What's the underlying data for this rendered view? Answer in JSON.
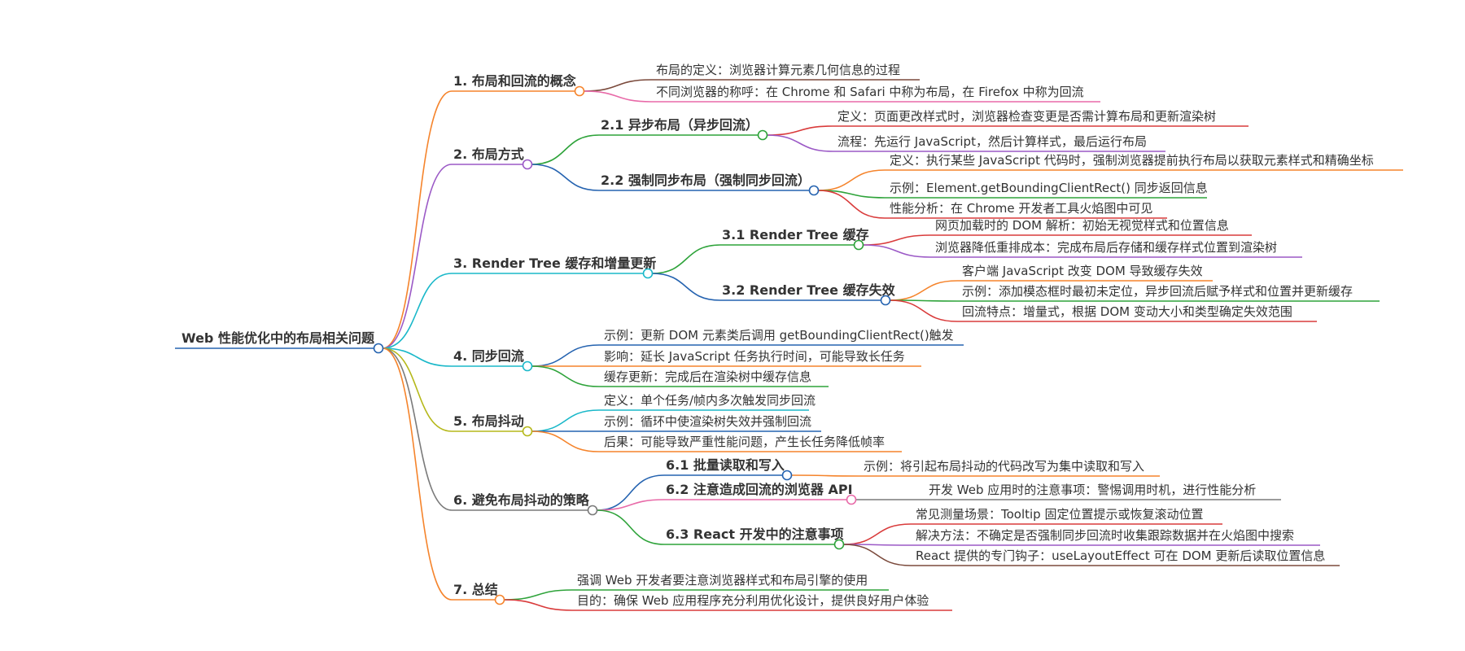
{
  "root": {
    "label": "Web 性能优化中的布局相关问题"
  },
  "branches": [
    {
      "id": "b1",
      "label": "1. 布局和回流的概念",
      "color": "#f5842c",
      "children": [
        {
          "label": "布局的定义：浏览器计算元素几何信息的过程",
          "color": "#7b4a3c"
        },
        {
          "label": "不同浏览器的称呼：在 Chrome 和 Safari 中称为布局，在 Firefox 中称为回流",
          "color": "#e86aa8"
        }
      ]
    },
    {
      "id": "b2",
      "label": "2. 布局方式",
      "color": "#9b59c6",
      "children": [
        {
          "label": "2.1 异步布局（异步回流）",
          "color": "#2ea33a",
          "children": [
            {
              "label": "定义：页面更改样式时，浏览器检查变更是否需计算布局和更新渲染树",
              "color": "#d93b3b"
            },
            {
              "label": "流程：先运行 JavaScript，然后计算样式，最后运行布局",
              "color": "#9b59c6"
            }
          ]
        },
        {
          "label": "2.2 强制同步布局（强制同步回流）",
          "color": "#2563b0",
          "children": [
            {
              "label": "定义：执行某些 JavaScript 代码时，强制浏览器提前执行布局以获取元素样式和精确坐标",
              "color": "#f5842c"
            },
            {
              "label": "示例：Element.getBoundingClientRect() 同步返回信息",
              "color": "#2ea33a"
            },
            {
              "label": "性能分析：在 Chrome 开发者工具火焰图中可见",
              "color": "#d93b3b"
            }
          ]
        }
      ]
    },
    {
      "id": "b3",
      "label": "3. Render Tree 缓存和增量更新",
      "color": "#1ab8c9",
      "children": [
        {
          "label": "3.1 Render Tree 缓存",
          "color": "#2ea33a",
          "children": [
            {
              "label": "网页加载时的 DOM 解析：初始无视觉样式和位置信息",
              "color": "#d93b3b"
            },
            {
              "label": "浏览器降低重排成本：完成布局后存储和缓存样式位置到渲染树",
              "color": "#9b59c6"
            }
          ]
        },
        {
          "label": "3.2 Render Tree 缓存失效",
          "color": "#2563b0",
          "children": [
            {
              "label": "客户端 JavaScript 改变 DOM 导致缓存失效",
              "color": "#f5842c"
            },
            {
              "label": "示例：添加模态框时最初未定位，异步回流后赋予样式和位置并更新缓存",
              "color": "#2ea33a"
            },
            {
              "label": "回流特点：增量式，根据 DOM 变动大小和类型确定失效范围",
              "color": "#d93b3b"
            }
          ]
        }
      ]
    },
    {
      "id": "b4",
      "label": "4. 同步回流",
      "color": "#1ab8c9",
      "children": [
        {
          "label": "示例：更新 DOM 元素类后调用 getBoundingClientRect()触发",
          "color": "#2563b0"
        },
        {
          "label": "影响：延长 JavaScript 任务执行时间，可能导致长任务",
          "color": "#f5842c"
        },
        {
          "label": "缓存更新：完成后在渲染树中缓存信息",
          "color": "#2ea33a"
        }
      ]
    },
    {
      "id": "b5",
      "label": "5. 布局抖动",
      "color": "#b5b81a",
      "children": [
        {
          "label": "定义：单个任务/帧内多次触发同步回流",
          "color": "#1ab8c9"
        },
        {
          "label": "示例：循环中使渲染树失效并强制回流",
          "color": "#2563b0"
        },
        {
          "label": "后果：可能导致严重性能问题，产生长任务降低帧率",
          "color": "#f5842c"
        }
      ]
    },
    {
      "id": "b6",
      "label": "6. 避免布局抖动的策略",
      "color": "#7a7a7a",
      "children": [
        {
          "label": "6.1 批量读取和写入",
          "color": "#2563b0",
          "children": [
            {
              "label": "示例：将引起布局抖动的代码改写为集中读取和写入",
              "color": "#f5842c"
            }
          ]
        },
        {
          "label": "6.2 注意造成回流的浏览器 API",
          "color": "#e86aa8",
          "children": [
            {
              "label": "开发 Web 应用时的注意事项：警惕调用时机，进行性能分析",
              "color": "#7a7a7a"
            }
          ]
        },
        {
          "label": "6.3 React 开发中的注意事项",
          "color": "#2ea33a",
          "children": [
            {
              "label": "常见测量场景：Tooltip 固定位置提示或恢复滚动位置",
              "color": "#d93b3b"
            },
            {
              "label": "解决方法：不确定是否强制同步回流时收集跟踪数据并在火焰图中搜索",
              "color": "#9b59c6"
            },
            {
              "label": "React 提供的专门钩子：useLayoutEffect 可在 DOM 更新后读取位置信息",
              "color": "#7b4a3c"
            }
          ]
        }
      ]
    },
    {
      "id": "b7",
      "label": "7. 总结",
      "color": "#f5842c",
      "children": [
        {
          "label": "强调 Web 开发者要注意浏览器样式和布局引擎的使用",
          "color": "#2ea33a"
        },
        {
          "label": "目的：确保 Web 应用程序充分利用优化设计，提供良好用户体验",
          "color": "#d93b3b"
        }
      ]
    }
  ],
  "root_color": "#2563b0"
}
